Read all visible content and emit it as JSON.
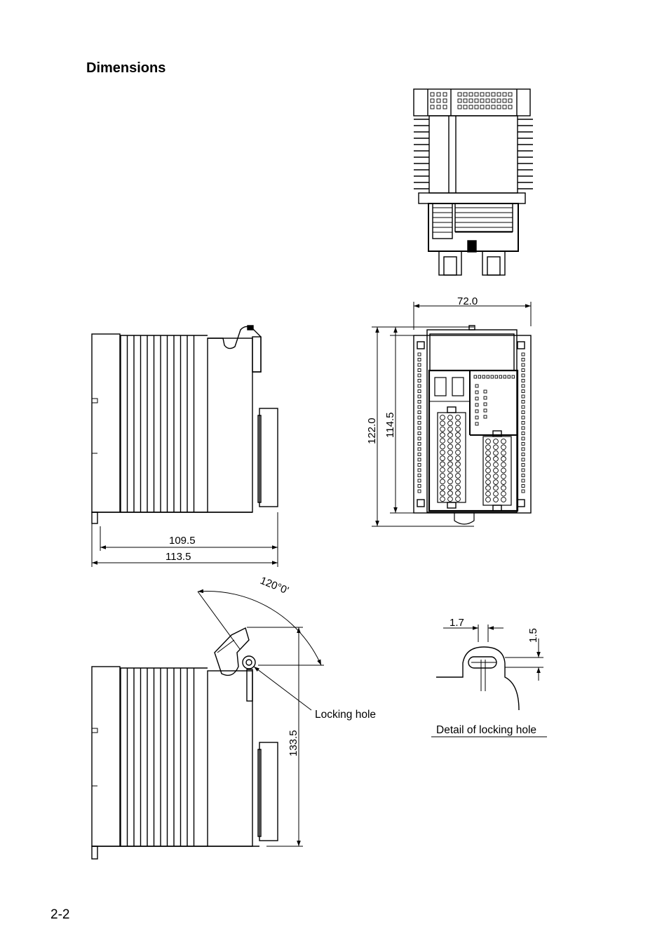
{
  "page": {
    "title": "Dimensions",
    "page_number": "2-2"
  },
  "dimensions": {
    "width_top": "72.0",
    "height_outer": "122.0",
    "height_inner": "114.5",
    "depth_inner": "109.5",
    "depth_outer": "113.5",
    "angle": "120°0'",
    "open_height": "133.5",
    "hole_width": "1.7",
    "hole_height": "1.5"
  },
  "labels": {
    "locking_hole": "Locking hole",
    "detail_caption": "Detail of locking hole"
  }
}
